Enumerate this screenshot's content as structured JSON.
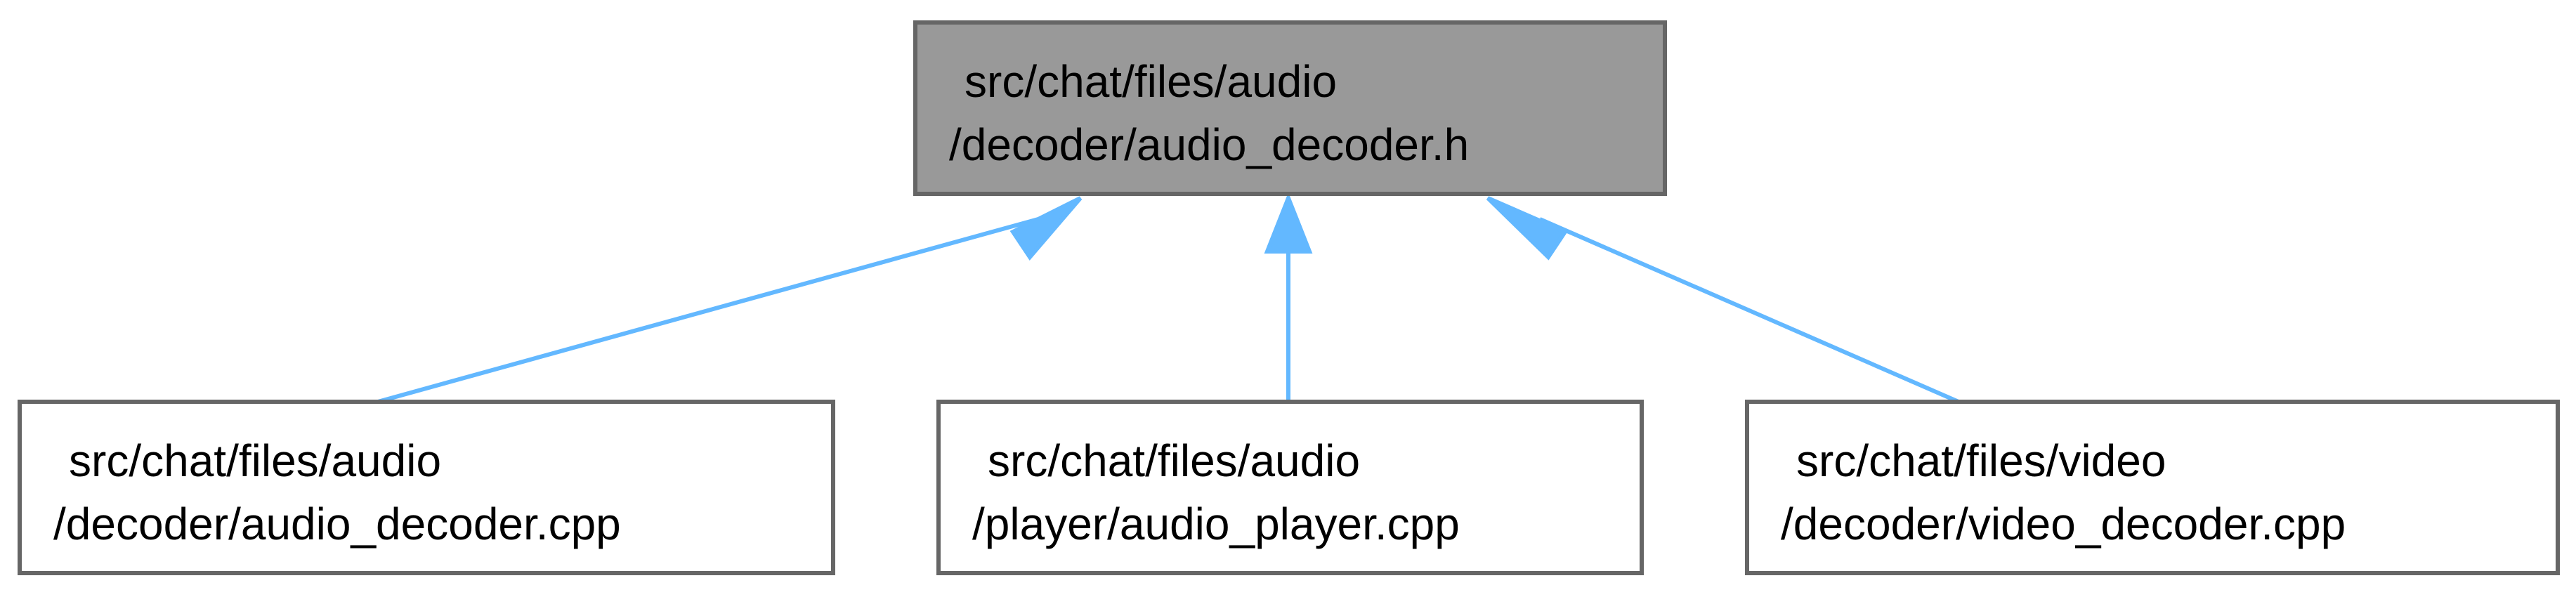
{
  "diagram": {
    "root": {
      "line1": "src/chat/files/audio",
      "line2": "/decoder/audio_decoder.h"
    },
    "children": [
      {
        "line1": "src/chat/files/audio",
        "line2": "/decoder/audio_decoder.cpp"
      },
      {
        "line1": "src/chat/files/audio",
        "line2": "/player/audio_player.cpp"
      },
      {
        "line1": "src/chat/files/video",
        "line2": "/decoder/video_decoder.cpp"
      }
    ],
    "colors": {
      "root_fill": "#999999",
      "border": "#666666",
      "arrow": "#63b8ff"
    }
  }
}
